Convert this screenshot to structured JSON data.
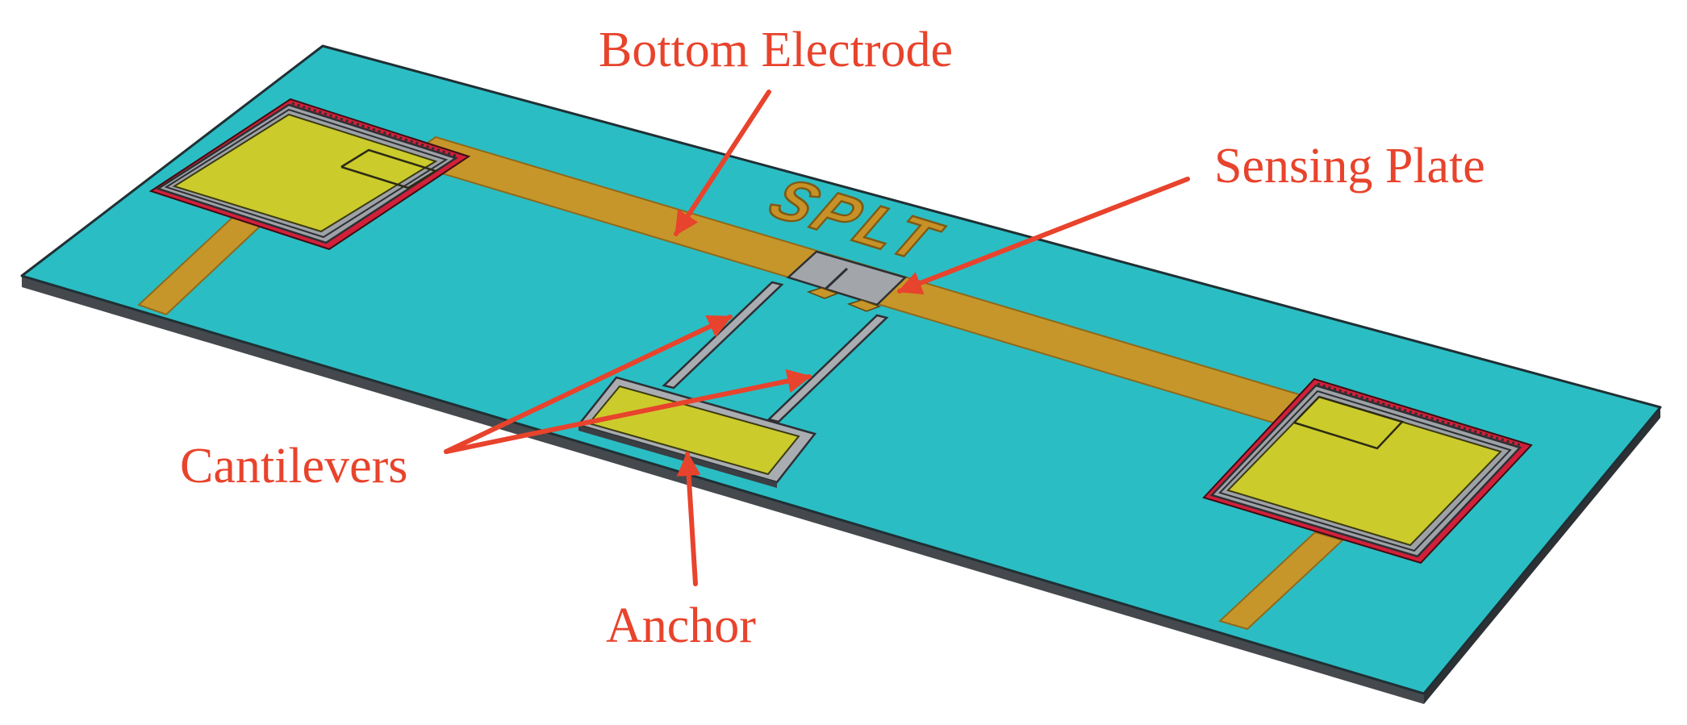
{
  "figure": {
    "logo_text": "SPLT",
    "labels": {
      "bottom_electrode": "Bottom Electrode",
      "sensing_plate": "Sensing Plate",
      "cantilevers": "Cantilevers",
      "anchor": "Anchor"
    },
    "colors": {
      "substrate": "#2bbdc4",
      "substrate_edge": "#3a3f44",
      "electrode": "#c7962a",
      "pad": "#cccb2c",
      "pad_frame": "#9ea2a6",
      "pad_rim": "#d2203a",
      "cantilever": "#a9adb1",
      "sensing_plate": "#a2a6aa",
      "annotation": "#e8432c"
    }
  }
}
